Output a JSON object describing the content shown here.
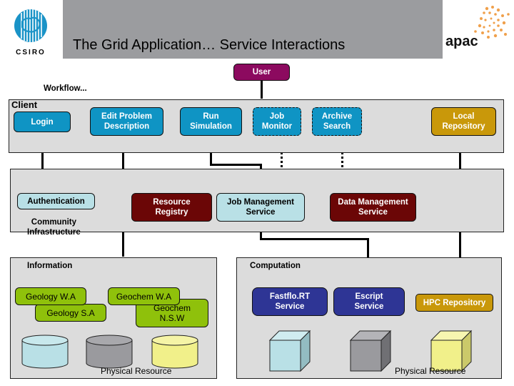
{
  "header": {
    "title": "The Grid Application… Service Interactions",
    "left_logo": {
      "icon": "csiro-logo-icon",
      "text": "CSIRO"
    },
    "right_logo": {
      "icon": "apac-logo-icon",
      "text": "apac"
    }
  },
  "user": {
    "label": "User"
  },
  "workflow_label": "Workflow...",
  "client": {
    "title": "Client",
    "items": [
      {
        "label": "Login",
        "style": "solid"
      },
      {
        "label": "Edit Problem\nDescription",
        "style": "solid"
      },
      {
        "label": "Run\nSimulation",
        "style": "solid"
      },
      {
        "label": "Job\nMonitor",
        "style": "dashed"
      },
      {
        "label": "Archive\nSearch",
        "style": "dashed"
      },
      {
        "label": "Local\nRepository",
        "style": "solid"
      }
    ]
  },
  "middleware": {
    "authentication": "Authentication",
    "community_label": "Community\nInfrastructure",
    "resource_registry": "Resource\nRegistry",
    "job_management": "Job Management\nService",
    "data_management": "Data Management\nService"
  },
  "information": {
    "title": "Information",
    "datasets": [
      "Geology W.A",
      "Geology S.A",
      "Geochem W.A",
      "Geochem\nN.S.W"
    ],
    "footer": "Physical Resource",
    "storage_icons": [
      "database-cylinder-icon",
      "database-cylinder-icon",
      "database-cylinder-icon"
    ]
  },
  "computation": {
    "title": "Computation",
    "services": [
      "Fastflo.RT\nService",
      "Escript\nService"
    ],
    "repository": "HPC Repository",
    "footer": "Physical Resource",
    "compute_icons": [
      "server-cube-icon",
      "server-cube-icon",
      "server-cube-icon"
    ]
  },
  "colors": {
    "header_gray": "#9b9c9f",
    "client_blue": "#0f94c4",
    "user_purple": "#8c0a5f",
    "repository_gold": "#c9980a",
    "registry_red": "#6b0606",
    "service_light": "#b9e0e6",
    "dataset_green": "#8fc10b",
    "compute_navy": "#2e3595",
    "panel_gray": "#dcdcdc"
  }
}
